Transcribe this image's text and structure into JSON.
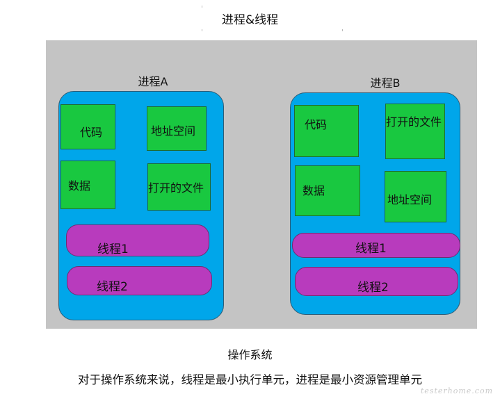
{
  "title": "进程&线程",
  "os_label": "操作系统",
  "footer": "对于操作系统来说，线程是最小执行单元，进程是最小资源管理单元",
  "watermark": "testerhome.com",
  "processA": {
    "label": "进程A",
    "code": "代码",
    "address_space": "地址空间",
    "data": "数据",
    "open_files": "打开的文件",
    "thread1": "线程1",
    "thread2": "线程2"
  },
  "processB": {
    "label": "进程B",
    "code": "代码",
    "open_files": "打开的文件",
    "data": "数据",
    "address_space": "地址空间",
    "thread1": "线程1",
    "thread2": "线程2"
  },
  "colors": {
    "os_background": "#c4c4c4",
    "process_box": "#00a6ea",
    "resource_cell": "#19c840",
    "thread_bar": "#b83bbd"
  }
}
